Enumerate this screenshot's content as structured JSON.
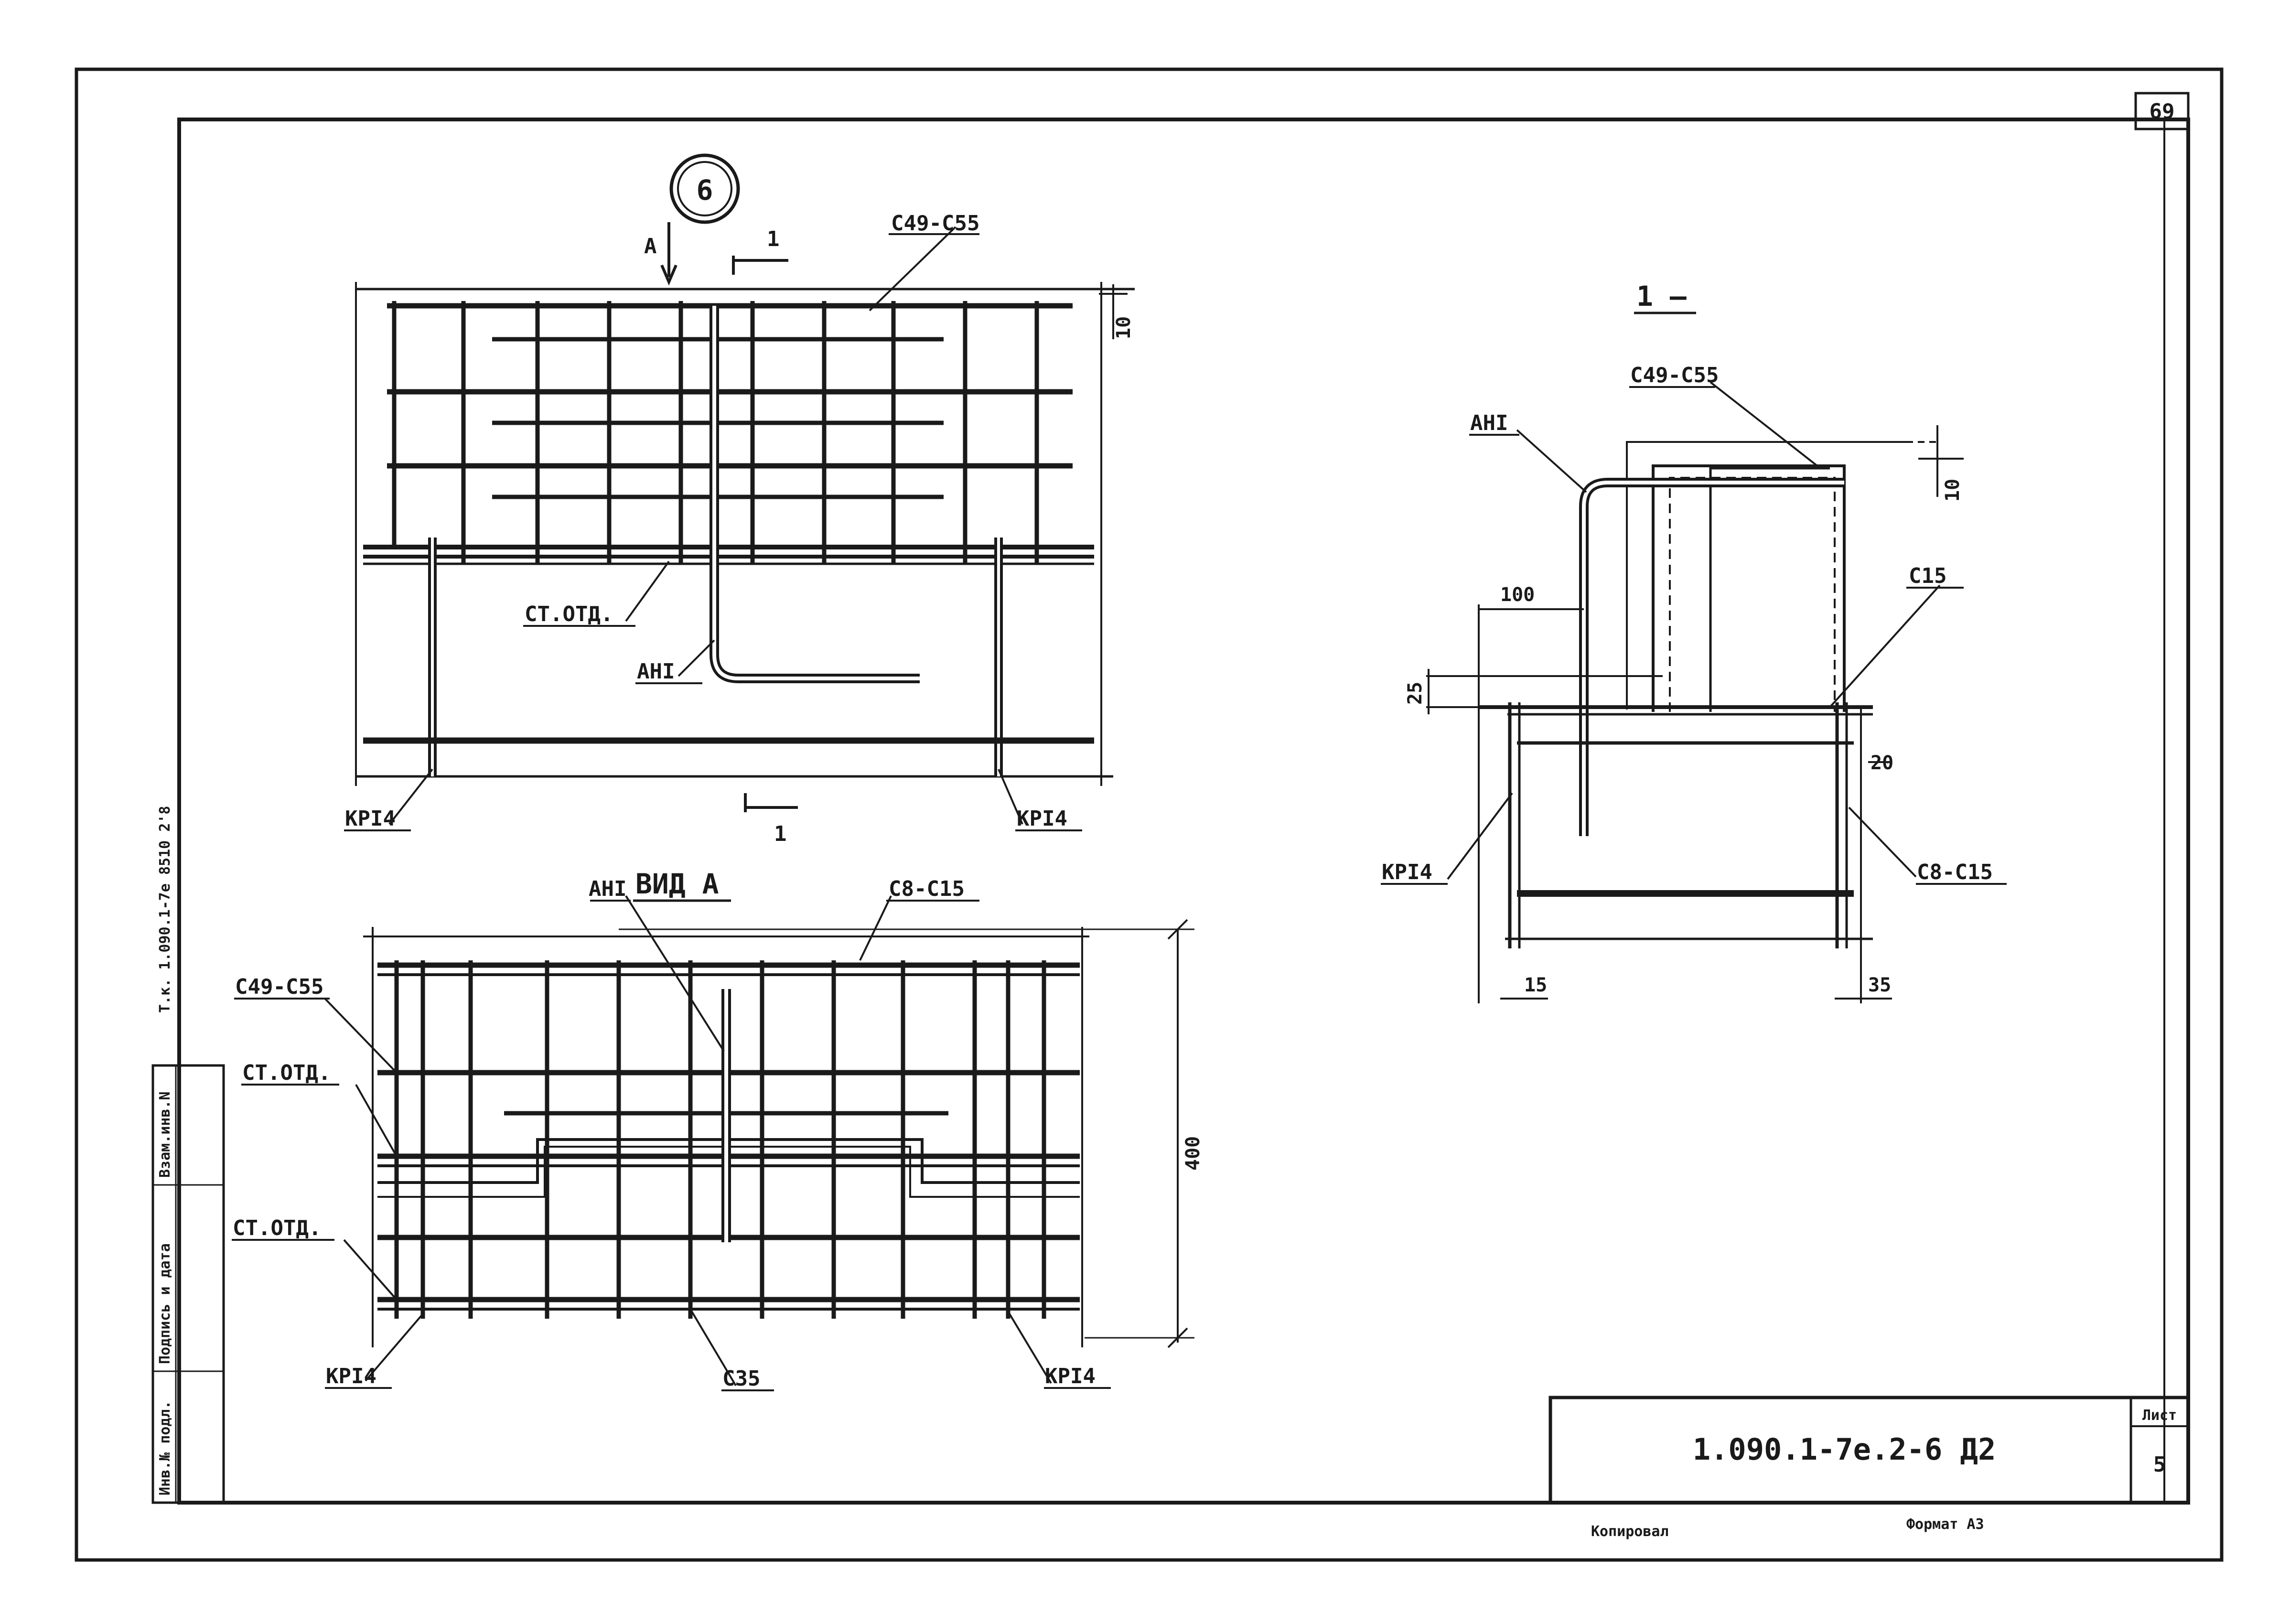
{
  "sheet": {
    "corner_number": "69",
    "sheet_label": "Лист",
    "sheet_number": "5",
    "designation": "1.090.1-7е.2-6 Д2",
    "copied_label": "Копировал",
    "format_label": "Формат А3",
    "side_note": "Т.к. 1.090.1-7е 8510 2'8"
  },
  "side_stamp": {
    "col1": "Инв.№ подл.",
    "col2": "Подпись и дата",
    "col3": "Взам.инв.N"
  },
  "callout": {
    "number": "6"
  },
  "top_view": {
    "view_arrow": "А",
    "section_mark": "1",
    "section_mark_bottom": "1",
    "labels": {
      "c49_c55": "С49-С55",
      "st_otd": "СТ.ОТД.",
      "ani": "АНI",
      "kri4_left": "КРI4",
      "kri4_right": "КРI4"
    },
    "dim_10": "10"
  },
  "view_a": {
    "title": "ВИД А",
    "labels": {
      "ani": "АНI",
      "c8_c15": "С8-С15",
      "c49_c55": "С49-С55",
      "st_otd_1": "СТ.ОТД.",
      "st_otd_2": "СТ.ОТД.",
      "kri4_left": "КРI4",
      "c35": "С35",
      "kri4_right": "КРI4"
    },
    "dim_400": "400"
  },
  "section_1": {
    "title": "1 –",
    "labels": {
      "c49_c55": "С49-С55",
      "ani": "АНI",
      "c15": "С15",
      "kri4": "КРI4",
      "c8_c15": "С8-С15"
    },
    "dims": {
      "d10": "10",
      "d100": "100",
      "d25": "25",
      "d20": "20",
      "d15": "15",
      "d35": "35"
    }
  }
}
